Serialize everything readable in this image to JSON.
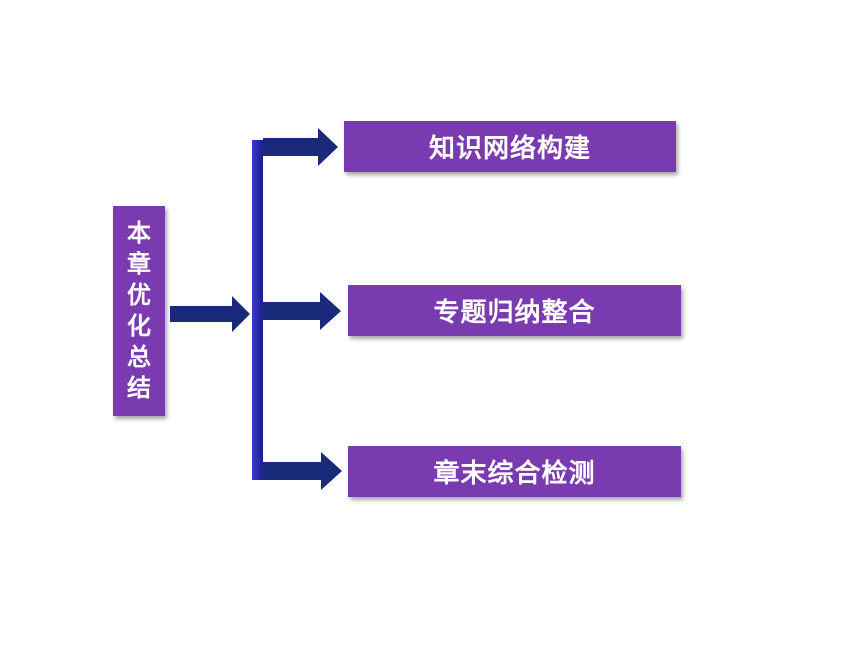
{
  "root": {
    "label_chars": [
      "本",
      "章",
      "优",
      "化",
      "总",
      "结"
    ]
  },
  "branches": [
    {
      "label": "知识网络构建"
    },
    {
      "label": "专题归纳整合"
    },
    {
      "label": "章末综合检测"
    }
  ],
  "colors": {
    "box_fill": "#7a3ab0",
    "arrow_fill": "#1a2a7a",
    "bracket_fill": "#2a2ab8",
    "text": "#ffffff"
  }
}
